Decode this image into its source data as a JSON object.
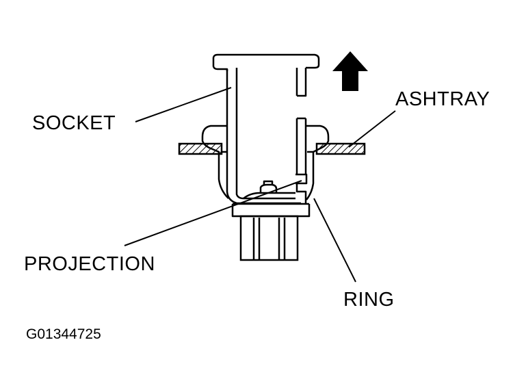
{
  "labels": {
    "socket": "SOCKET",
    "ashtray": "ASHTRAY",
    "projection": "PROJECTION",
    "ring": "RING"
  },
  "figure_code": "G01344725",
  "icons": {
    "direction": "up-arrow-icon"
  }
}
